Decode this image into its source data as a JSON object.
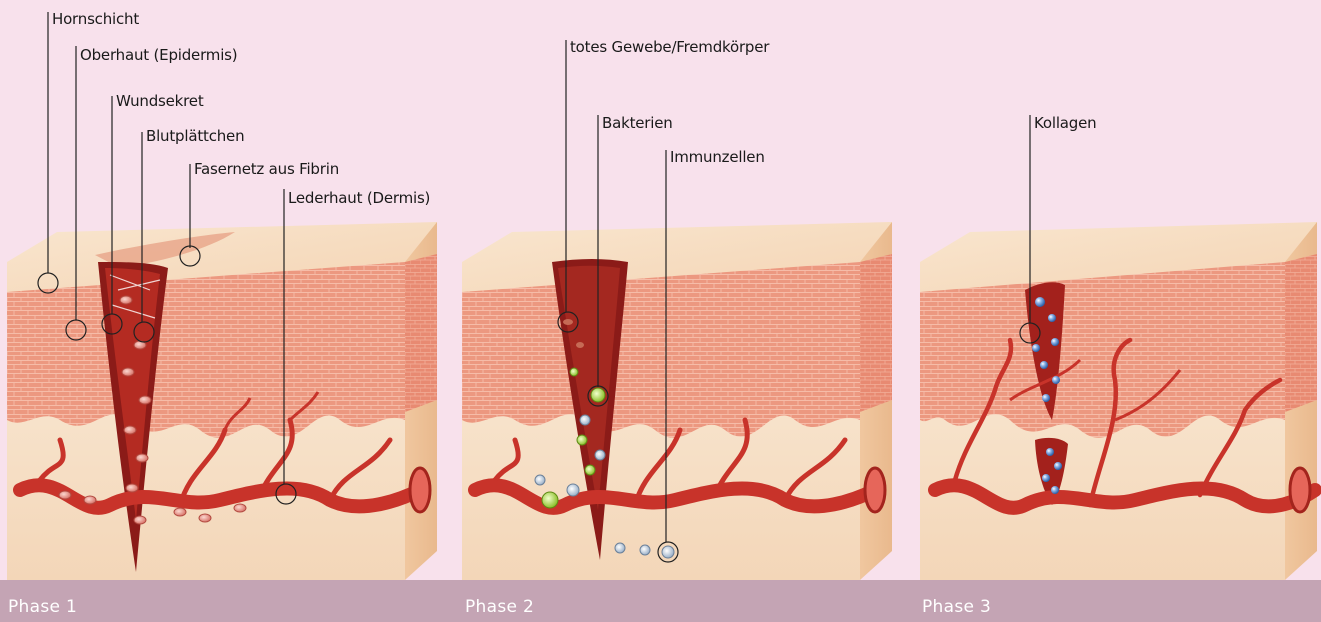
{
  "labels": {
    "hornschicht": "Hornschicht",
    "oberhaut": "Oberhaut (Epidermis)",
    "wundsekret": "Wundsekret",
    "blutplaettchen": "Blutplättchen",
    "fasernetz": "Fasernetz aus Fibrin",
    "lederhaut": "Lederhaut (Dermis)",
    "totes_gewebe": "totes Gewebe/Fremdkörper",
    "bakterien": "Bakterien",
    "immunzellen": "Immunzellen",
    "kollagen": "Kollagen"
  },
  "phases": [
    "Phase 1",
    "Phase 2",
    "Phase 3"
  ],
  "colors": {
    "background": "#f8e1ec",
    "phase_bar": "#c4a4b4",
    "skin_top": "#f6dcc0",
    "epidermis": "#ef9a82",
    "dermis": "#f7e2c8",
    "blood_vessel": "#c8332a",
    "wound": "#8e1d1a"
  }
}
